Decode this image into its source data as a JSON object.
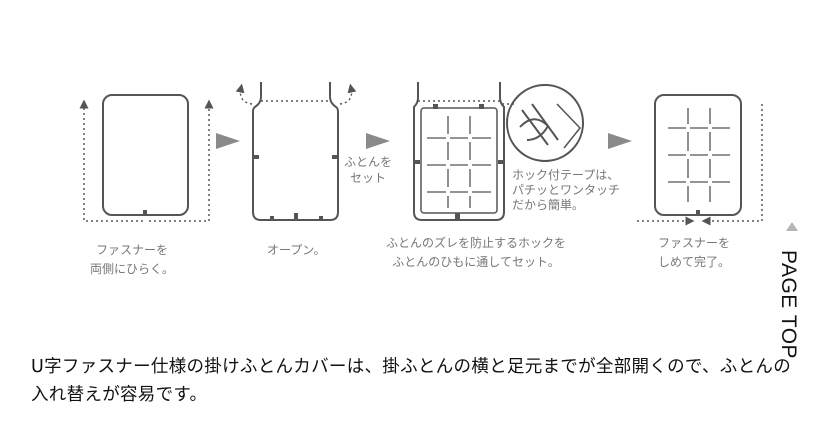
{
  "steps": [
    {
      "caption_lines": [
        "ファスナーを",
        "両側にひらく。"
      ]
    },
    {
      "caption_lines": [
        "オープン。"
      ]
    },
    {
      "caption_lines": [
        "ふとんのズレを防止するホックを",
        "ふとんのひもに通してセット。"
      ]
    },
    {
      "caption_lines": [
        "ファスナーを",
        "しめて完了。"
      ]
    }
  ],
  "inline_notes": {
    "set_futon": [
      "ふとんを",
      "セット"
    ],
    "hook_tape": [
      "ホック付テープは、",
      "パチッとワンタッチ",
      "だから簡単。"
    ]
  },
  "description": "U字ファスナー仕様の掛けふとんカバーは、掛ふとんの横と足元までが全部開くので、ふとんの入れ替えが容易です。",
  "page_top": {
    "label": "PAGE TOP",
    "icon": "triangle-up-icon"
  },
  "colors": {
    "line": "#5a5a5a",
    "arrow": "#888888",
    "text": "#777777"
  }
}
